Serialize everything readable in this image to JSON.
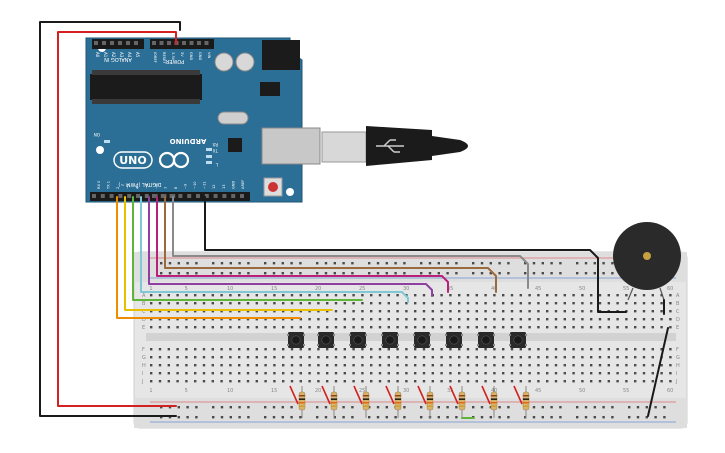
{
  "arduino": {
    "brand": "ARDUINO",
    "model": "UNO",
    "header_analog": "ANALOG IN",
    "header_power": "POWER",
    "header_digital": "DIGITAL (PWM ~)",
    "analog_pins": [
      "A0",
      "A1",
      "A2",
      "A3",
      "A4",
      "A5"
    ],
    "power_pins": [
      "IOREF",
      "RESET",
      "3.3V",
      "5V",
      "GND",
      "GND",
      "VIN"
    ],
    "digital_pins": [
      "AREF",
      "GND",
      "13",
      "12",
      "~11",
      "~10",
      "~9",
      "8",
      "7",
      "~6",
      "~5",
      "4",
      "~3",
      "2",
      "TX 1",
      "RX 0"
    ],
    "leds": [
      "ON",
      "L",
      "TX",
      "RX"
    ]
  },
  "breadboard": {
    "col_numbers": [
      "1",
      "5",
      "10",
      "15",
      "20",
      "25",
      "30",
      "35",
      "40",
      "45",
      "50",
      "55",
      "60"
    ],
    "row_letters_top": [
      "A",
      "B",
      "C",
      "D",
      "E"
    ],
    "row_letters_bottom": [
      "F",
      "G",
      "H",
      "I",
      "J"
    ]
  },
  "colors": {
    "board": "#2a6f97",
    "board_dark": "#1e5577",
    "breadboard": "#e4e4e4",
    "breadboard_mid": "#d6d6d6",
    "hole": "#4a4a4a",
    "rail_red": "#d33",
    "rail_blue": "#3366cc",
    "wire_red": "#d32020",
    "wire_black": "#1a1a1a",
    "wire_orange": "#f08c00",
    "wire_yellow": "#e8c000",
    "wire_green": "#5fb53a",
    "wire_cyan": "#7fc8d6",
    "wire_purple": "#8e3fa0",
    "wire_magenta": "#b9207a",
    "wire_brown": "#9b6a3c",
    "wire_gray": "#8a8a8a",
    "buzzer": "#2a2a2a",
    "resistor": "#d9b070"
  }
}
